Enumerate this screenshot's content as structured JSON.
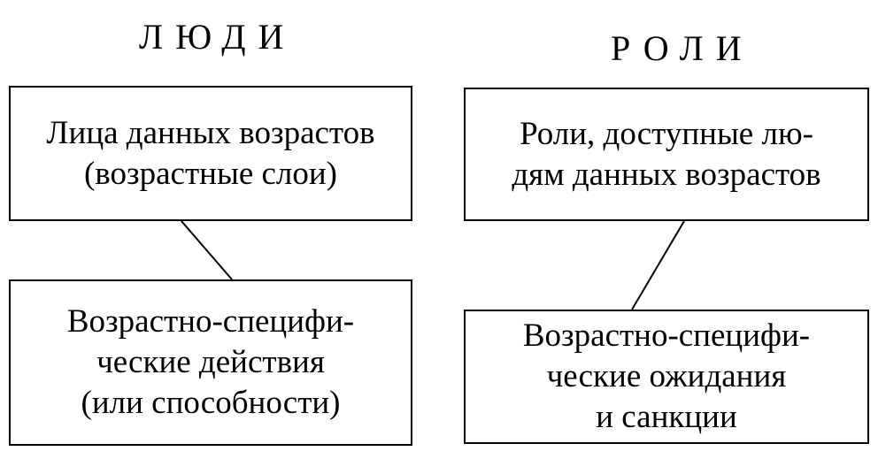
{
  "headings": {
    "people": "ЛЮДИ",
    "roles": "РОЛИ"
  },
  "people": {
    "top_box": "Лица данных возрастов\n(возрастные слои)",
    "bottom_box": "Возрастно-специфи-\nческие действия\n(или способности)"
  },
  "roles": {
    "top_box": "Роли, доступные лю-\nдям данных возрастов",
    "bottom_box": "Возрастно-специфи-\nческие ожидания\nи санкции"
  }
}
